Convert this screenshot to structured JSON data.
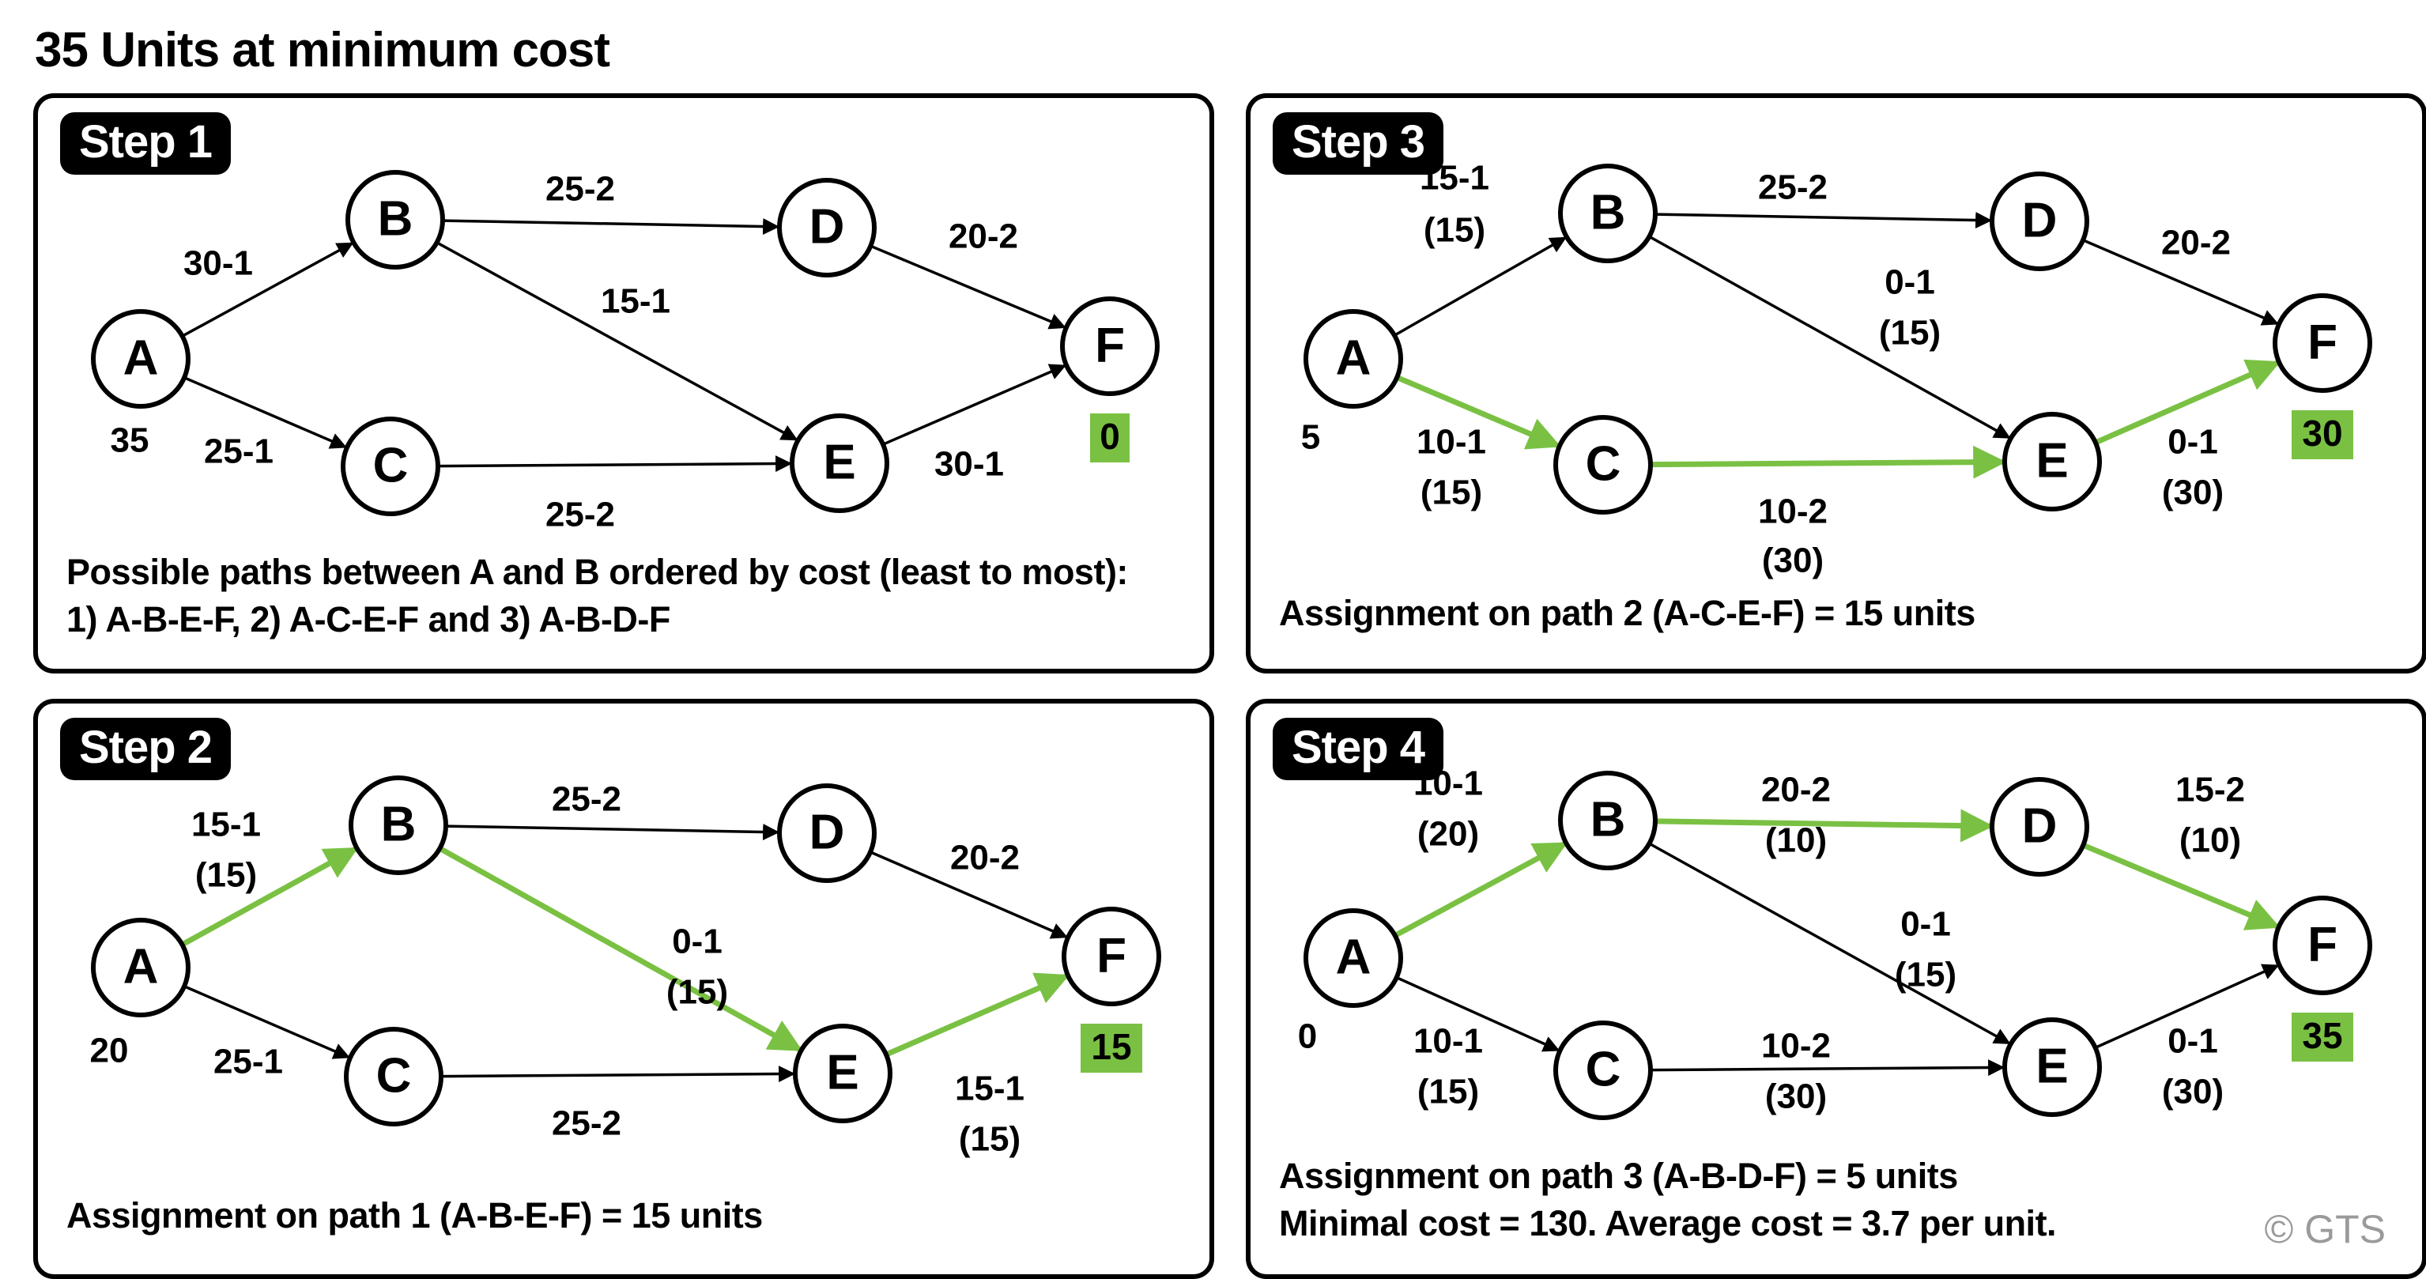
{
  "title": "35 Units at minimum cost",
  "copyright": "© GTS",
  "colors": {
    "highlight": "#7ac143",
    "line": "#000000"
  },
  "panels": [
    {
      "id": "step-1",
      "label": "Step 1",
      "caption": [
        "Possible paths between A and B ordered by cost (least to most):",
        "1) A-B-E-F,  2) A-C-E-F and 3) A-B-D-F"
      ],
      "supply": "35",
      "sink": "0",
      "edges": [
        {
          "from": "A",
          "to": "B",
          "label": [
            "30-1"
          ],
          "highlight": false
        },
        {
          "from": "A",
          "to": "C",
          "label": [
            "25-1"
          ],
          "highlight": false
        },
        {
          "from": "B",
          "to": "D",
          "label": [
            "25-2"
          ],
          "highlight": false
        },
        {
          "from": "B",
          "to": "E",
          "label": [
            "15-1"
          ],
          "highlight": false
        },
        {
          "from": "C",
          "to": "E",
          "label": [
            "25-2"
          ],
          "highlight": false
        },
        {
          "from": "D",
          "to": "F",
          "label": [
            "20-2"
          ],
          "highlight": false
        },
        {
          "from": "E",
          "to": "F",
          "label": [
            "30-1"
          ],
          "highlight": false
        }
      ]
    },
    {
      "id": "step-3",
      "label": "Step 3",
      "caption": [
        "Assignment on path 2 (A-C-E-F) = 15 units"
      ],
      "supply": "5",
      "sink": "30",
      "edges": [
        {
          "from": "A",
          "to": "B",
          "label": [
            "15-1",
            "(15)"
          ],
          "highlight": false
        },
        {
          "from": "A",
          "to": "C",
          "label": [
            "10-1",
            "(15)"
          ],
          "highlight": true
        },
        {
          "from": "B",
          "to": "D",
          "label": [
            "25-2"
          ],
          "highlight": false
        },
        {
          "from": "B",
          "to": "E",
          "label": [
            "0-1",
            "(15)"
          ],
          "highlight": false
        },
        {
          "from": "C",
          "to": "E",
          "label": [
            "10-2",
            "(30)"
          ],
          "highlight": true
        },
        {
          "from": "D",
          "to": "F",
          "label": [
            "20-2"
          ],
          "highlight": false
        },
        {
          "from": "E",
          "to": "F",
          "label": [
            "0-1",
            "(30)"
          ],
          "highlight": true
        }
      ]
    },
    {
      "id": "step-2",
      "label": "Step 2",
      "caption": [
        "Assignment on path 1 (A-B-E-F) = 15 units"
      ],
      "supply": "20",
      "sink": "15",
      "edges": [
        {
          "from": "A",
          "to": "B",
          "label": [
            "15-1",
            "(15)"
          ],
          "highlight": true
        },
        {
          "from": "A",
          "to": "C",
          "label": [
            "25-1"
          ],
          "highlight": false
        },
        {
          "from": "B",
          "to": "D",
          "label": [
            "25-2"
          ],
          "highlight": false
        },
        {
          "from": "B",
          "to": "E",
          "label": [
            "0-1",
            "(15)"
          ],
          "highlight": true
        },
        {
          "from": "C",
          "to": "E",
          "label": [
            "25-2"
          ],
          "highlight": false
        },
        {
          "from": "D",
          "to": "F",
          "label": [
            "20-2"
          ],
          "highlight": false
        },
        {
          "from": "E",
          "to": "F",
          "label": [
            "15-1",
            "(15)"
          ],
          "highlight": true
        }
      ]
    },
    {
      "id": "step-4",
      "label": "Step 4",
      "caption": [
        "Assignment on path 3 (A-B-D-F) = 5 units",
        "Minimal cost = 130. Average cost = 3.7 per unit."
      ],
      "supply": "0",
      "sink": "35",
      "edges": [
        {
          "from": "A",
          "to": "B",
          "label": [
            "10-1",
            "(20)"
          ],
          "highlight": true
        },
        {
          "from": "A",
          "to": "C",
          "label": [
            "10-1",
            "(15)"
          ],
          "highlight": false
        },
        {
          "from": "B",
          "to": "D",
          "label": [
            "20-2",
            "(10)"
          ],
          "highlight": true
        },
        {
          "from": "B",
          "to": "E",
          "label": [
            "0-1",
            "(15)"
          ],
          "highlight": false
        },
        {
          "from": "C",
          "to": "E",
          "label": [
            "10-2",
            "(30)"
          ],
          "highlight": false
        },
        {
          "from": "D",
          "to": "F",
          "label": [
            "15-2",
            "(10)"
          ],
          "highlight": true
        },
        {
          "from": "E",
          "to": "F",
          "label": [
            "0-1",
            "(30)"
          ],
          "highlight": false
        }
      ]
    }
  ]
}
